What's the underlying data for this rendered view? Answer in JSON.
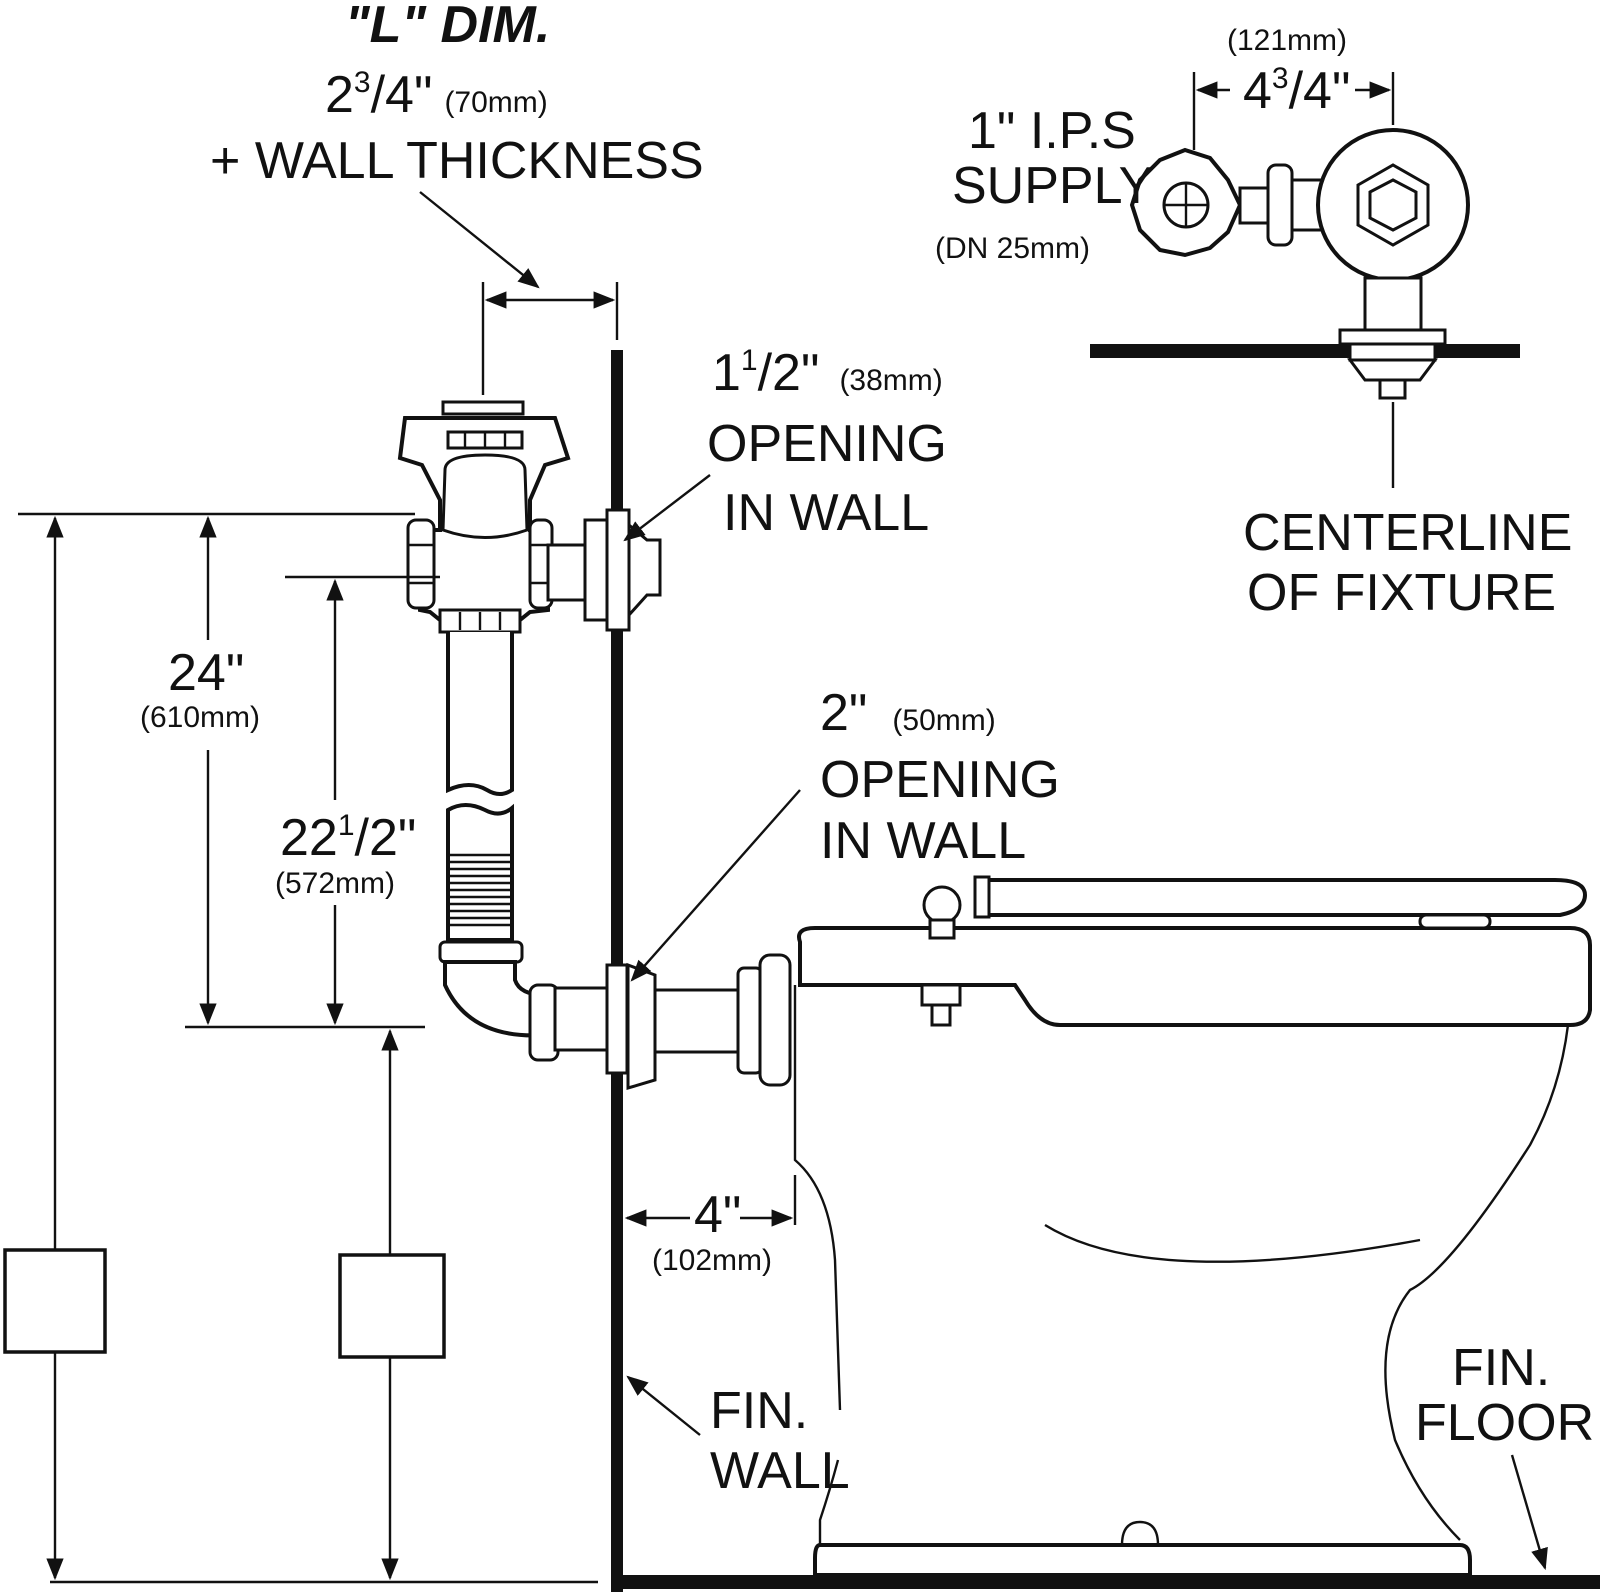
{
  "labels": {
    "l_dim_title": "\"L\" DIM.",
    "l_dim_value": "2",
    "l_dim_sup": "3",
    "l_dim_den": "/4\"",
    "l_dim_mm": "(70mm)",
    "l_dim_plus": "+ WALL THICKNESS",
    "opening_1_5_whole": "1",
    "opening_1_5_sup": "1",
    "opening_1_5_den": "/2\"",
    "opening_1_5_mm": "(38mm)",
    "opening_1_5_line1": "OPENING",
    "opening_1_5_line2": "IN WALL",
    "opening_2_value": "2\"",
    "opening_2_mm": "(50mm)",
    "opening_2_line1": "OPENING",
    "opening_2_line2": "IN  WALL",
    "dim_24_value": "24\"",
    "dim_24_mm": "(610mm)",
    "dim_22_whole": "22",
    "dim_22_sup": "1",
    "dim_22_den": "/2\"",
    "dim_22_mm": "(572mm)",
    "dim_4_value": "4\"",
    "dim_4_mm": "(102mm)",
    "fin_wall_1": "FIN.",
    "fin_wall_2": "WALL",
    "fin_floor_1": "FIN.",
    "fin_floor_2": "FLOOR",
    "ips_line1": "1\"  I.P.S",
    "ips_line2": "SUPPLY",
    "ips_line3": "(DN  25mm)",
    "top_mm": "(121mm)",
    "top_whole": "4",
    "top_sup": "3",
    "top_den": "/4\"",
    "centerline_1": "CENTERLINE",
    "centerline_2": "OF  FIXTURE"
  },
  "colors": {
    "ink": "#111111",
    "paper": "#ffffff"
  }
}
